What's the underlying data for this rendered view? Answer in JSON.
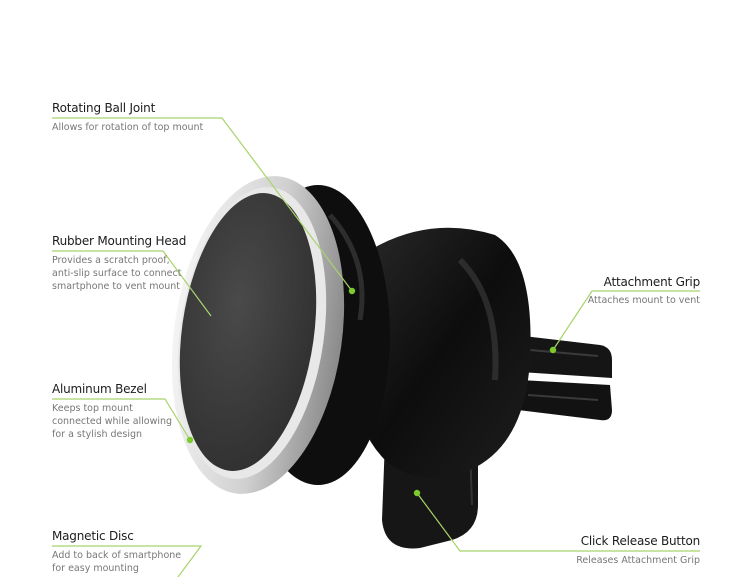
{
  "colors": {
    "accent_line": "#a7d36b",
    "accent_dot": "#7ccb2c",
    "title_text": "#1c1c1c",
    "desc_text": "#777777",
    "plastic": "#111111",
    "pad": "#3a3a3a",
    "bezel": "#c9c9c9"
  },
  "callouts": [
    {
      "id": "rotating-ball-joint",
      "title": "Rotating Ball Joint",
      "desc": [
        "Allows for rotation of top mount"
      ],
      "side": "left"
    },
    {
      "id": "rubber-mounting-head",
      "title": "Rubber Mounting Head",
      "desc": [
        "Provides a scratch proof,",
        "anti-slip surface to connect",
        "smartphone to vent mount"
      ],
      "side": "left"
    },
    {
      "id": "aluminum-bezel",
      "title": "Aluminum Bezel",
      "desc": [
        "Keeps top mount",
        "connected while allowing",
        "for a stylish design"
      ],
      "side": "left"
    },
    {
      "id": "magnetic-disc",
      "title": "Magnetic Disc",
      "desc": [
        "Add to back of smartphone",
        "for easy mounting"
      ],
      "side": "left"
    },
    {
      "id": "attachment-grip",
      "title": "Attachment Grip",
      "desc": [
        "Attaches mount to vent"
      ],
      "side": "right"
    },
    {
      "id": "click-release-button",
      "title": "Click Release Button",
      "desc": [
        "Releases Attachment Grip"
      ],
      "side": "right"
    }
  ]
}
